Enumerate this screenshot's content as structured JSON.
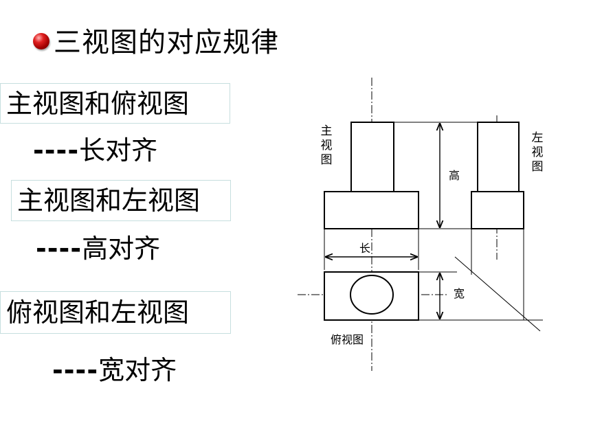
{
  "title": "三视图的对应规律",
  "rules": [
    {
      "views": "主视图和俯视图",
      "dashes": "----",
      "alignment": "长对齐"
    },
    {
      "views": "主视图和左视图",
      "dashes": "----",
      "alignment": "高对齐"
    },
    {
      "views": "俯视图和左视图",
      "dashes": "----",
      "alignment": "宽对齐"
    }
  ],
  "diagram": {
    "front_view_label": [
      "主",
      "视",
      "图"
    ],
    "left_view_label": [
      "左",
      "视",
      "图"
    ],
    "top_view_label": "俯视图",
    "length_label": "长",
    "height_label": "高",
    "width_label": "宽"
  }
}
